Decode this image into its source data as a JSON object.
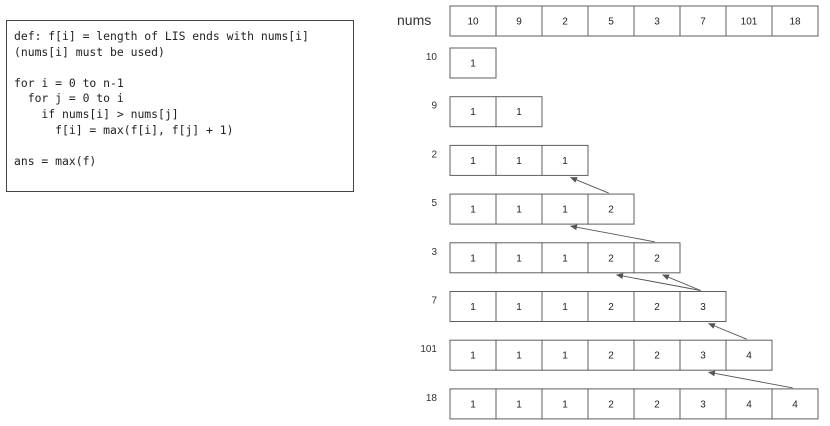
{
  "code": {
    "lines": [
      "def: f[i] = length of LIS ends with nums[i]",
      "(nums[i] must be used)",
      "",
      "for i = 0 to n-1",
      "  for j = 0 to i",
      "    if nums[i] > nums[j]",
      "      f[i] = max(f[i], f[j] + 1)",
      "",
      "ans = max(f)"
    ]
  },
  "nums_label": "nums",
  "nums": [
    "10",
    "9",
    "2",
    "5",
    "3",
    "7",
    "101",
    "18"
  ],
  "highlight_color": "#f4cccc",
  "highlighted_indices": [
    2,
    4,
    5,
    6
  ],
  "rows": [
    {
      "label": "10",
      "values": [
        "1"
      ]
    },
    {
      "label": "9",
      "values": [
        "1",
        "1"
      ]
    },
    {
      "label": "2",
      "values": [
        "1",
        "1",
        "1"
      ]
    },
    {
      "label": "5",
      "values": [
        "1",
        "1",
        "1",
        "2"
      ]
    },
    {
      "label": "3",
      "values": [
        "1",
        "1",
        "1",
        "2",
        "2"
      ]
    },
    {
      "label": "7",
      "values": [
        "1",
        "1",
        "1",
        "2",
        "2",
        "3"
      ]
    },
    {
      "label": "101",
      "values": [
        "1",
        "1",
        "1",
        "2",
        "2",
        "3",
        "4"
      ]
    },
    {
      "label": "18",
      "values": [
        "1",
        "1",
        "1",
        "2",
        "2",
        "3",
        "4",
        "4"
      ]
    }
  ],
  "arrows": [
    {
      "from_row": 3,
      "from_col": 3,
      "to_row": 2,
      "to_col": 2
    },
    {
      "from_row": 4,
      "from_col": 4,
      "to_row": 3,
      "to_col": 2
    },
    {
      "from_row": 5,
      "from_col": 5,
      "to_row": 4,
      "to_col": 3
    },
    {
      "from_row": 5,
      "from_col": 5,
      "to_row": 4,
      "to_col": 4
    },
    {
      "from_row": 6,
      "from_col": 6,
      "to_row": 5,
      "to_col": 5
    },
    {
      "from_row": 7,
      "from_col": 7,
      "to_row": 6,
      "to_col": 5
    }
  ]
}
